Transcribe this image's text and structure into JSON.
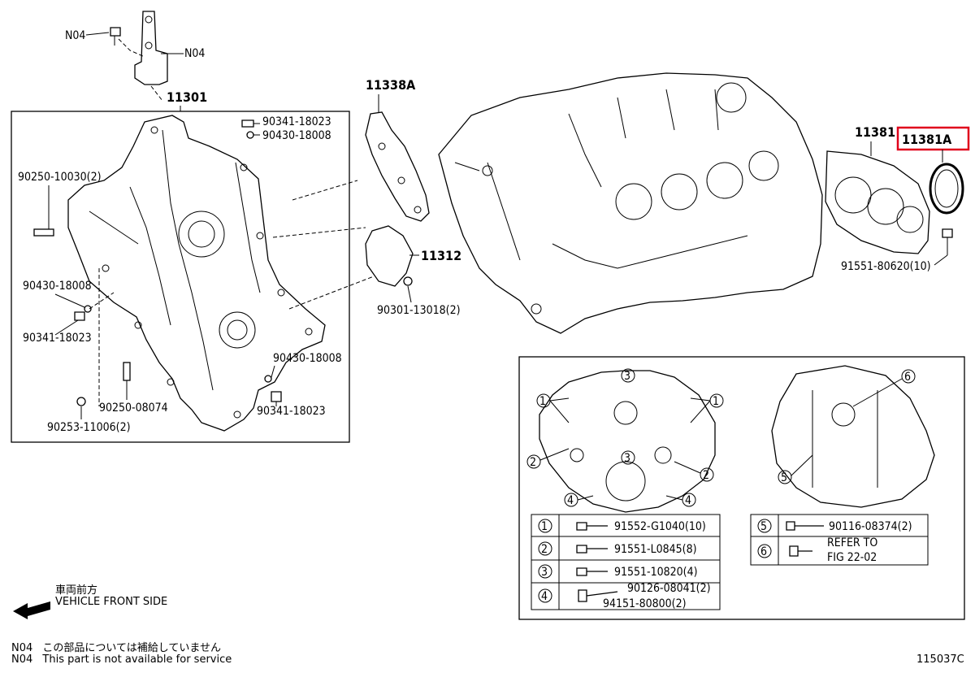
{
  "parts": {
    "n04_a": "N04",
    "n04_b": "N04",
    "p11301": "11301",
    "p11338a": "11338A",
    "p11312": "11312",
    "p11381": "11381",
    "p11381a": "11381A",
    "p90341_18023_top": "90341-18023",
    "p90430_18008_top": "90430-18008",
    "p90250_10030": "90250-10030(2)",
    "p90430_18008_left": "90430-18008",
    "p90341_18023_left": "90341-18023",
    "p90430_18008_right": "90430-18008",
    "p90341_18023_right": "90341-18023",
    "p90250_08074": "90250-08074",
    "p90253_11006": "90253-11006(2)",
    "p90301_13018": "90301-13018(2)",
    "p91551_80620": "91551-80620(10)"
  },
  "legend": {
    "rows": [
      {
        "num": "1",
        "parts": [
          "91552-G1040(10)"
        ]
      },
      {
        "num": "2",
        "parts": [
          "91551-L0845(8)"
        ]
      },
      {
        "num": "3",
        "parts": [
          "91551-10820(4)"
        ]
      },
      {
        "num": "4",
        "parts": [
          "90126-08041(2)",
          "94151-80800(2)"
        ]
      }
    ],
    "rows_right": [
      {
        "num": "5",
        "parts": [
          "90116-08374(2)"
        ]
      },
      {
        "num": "6",
        "parts": [
          "REFER TO",
          "FIG 22-02"
        ]
      }
    ]
  },
  "callouts": [
    "1",
    "2",
    "3",
    "4",
    "5",
    "6"
  ],
  "footer": {
    "direction_jp": "車両前方",
    "direction_en": "VEHICLE FRONT SIDE",
    "note_jp_code": "N04",
    "note_jp": "この部品については補給していません",
    "note_en_code": "N04",
    "note_en": "This part is not available for service",
    "figure_code": "115037C"
  },
  "highlight_color": "#e0001b"
}
